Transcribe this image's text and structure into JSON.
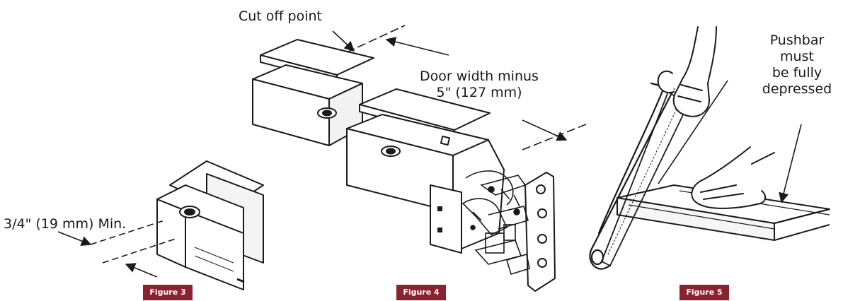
{
  "colors": {
    "ink": "#1a1a1a",
    "figure_tag_bg": "#8a2230",
    "figure_tag_text": "#ffffff"
  },
  "figure3": {
    "caption": "Figure 3",
    "dimension_label": "3/4\" (19 mm) Min."
  },
  "figure4": {
    "caption": "Figure 4",
    "cut_label": "Cut off point",
    "width_label_line1": "Door width minus",
    "width_label_line2": "5\" (127 mm)"
  },
  "figure5": {
    "caption": "Figure 5",
    "note_line1": "Pushbar",
    "note_line2": "must",
    "note_line3": "be fully",
    "note_line4": "depressed"
  }
}
